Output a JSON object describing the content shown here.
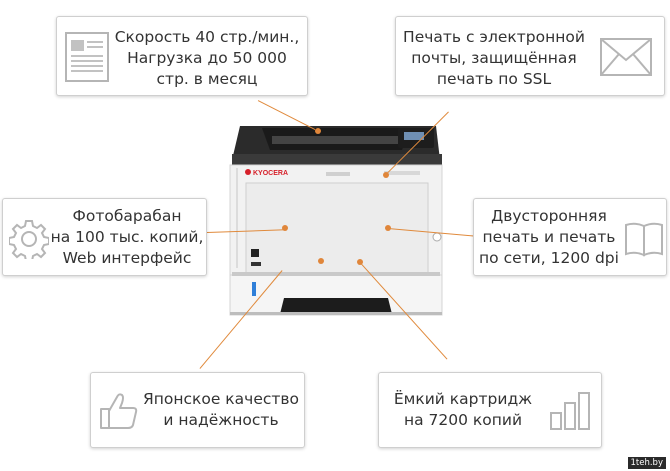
{
  "callouts": {
    "speed": {
      "lines": [
        "Скорость 40 стр./мин.,",
        "Нагрузка до 50 000",
        "стр. в месяц"
      ],
      "icon": "document-icon"
    },
    "email": {
      "lines": [
        "Печать с электронной",
        "почты, защищённая",
        "печать по SSL"
      ],
      "icon": "envelope-icon"
    },
    "drum": {
      "lines": [
        "Фотобарабан",
        "на 100 тыс. копий,",
        "Web интерфейс"
      ],
      "icon": "gear-icon"
    },
    "duplex": {
      "lines": [
        "Двусторонняя",
        "печать и печать",
        "по сети, 1200 dpi"
      ],
      "icon": "book-icon"
    },
    "quality": {
      "lines": [
        "Японское качество",
        "и надёжность"
      ],
      "icon": "thumbs-up-icon"
    },
    "cartridge": {
      "lines": [
        "Ёмкий картридж",
        "на 7200 копий"
      ],
      "icon": "bar-chart-icon"
    }
  },
  "printer": {
    "brand": "KYOCERA",
    "brand_color": "#d6202a"
  },
  "accent_color": "#e0863a",
  "watermark": "1teh.by"
}
